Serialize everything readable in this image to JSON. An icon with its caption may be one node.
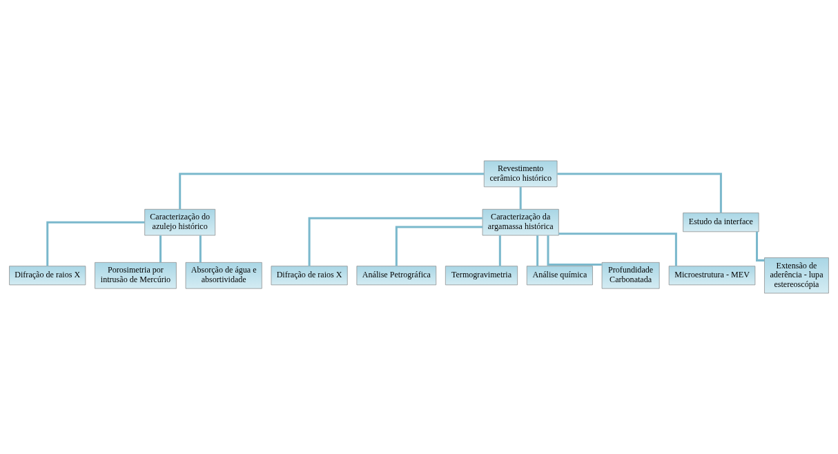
{
  "diagram": {
    "nodes": [
      {
        "text": [
          "Revestimento cerâmico histórico"
        ]
      },
      {
        "text": [
          "Caracterização do azulejo histórico"
        ]
      },
      {
        "text": [
          "Caracterização da argamassa histórica"
        ]
      },
      {
        "text": [
          "Estudo da interface"
        ]
      },
      {
        "text": [
          "Difração de raios X"
        ]
      },
      {
        "text": [
          "Porosimetria por intrusão de Mercúrio"
        ]
      },
      {
        "text": [
          "Absorção de água e absortividade"
        ]
      },
      {
        "text": [
          "Difração de raios X"
        ]
      },
      {
        "text": [
          "Análise Petrográfica"
        ]
      },
      {
        "text": [
          "Termogravimetria"
        ]
      },
      {
        "text": [
          "Análise química"
        ]
      },
      {
        "text": [
          "Profundidade Carbonatada"
        ]
      },
      {
        "text": [
          "Microestrutura - MEV"
        ]
      },
      {
        "text": [
          "Extensão de aderência - lupa estereoscópia"
        ]
      }
    ],
    "edges": [
      {
        "from": 0,
        "to": 1,
        "arrow": "none"
      },
      {
        "from": 0,
        "to": 2,
        "arrow": "none"
      },
      {
        "from": 0,
        "to": 3,
        "arrow": "none"
      },
      {
        "from": 1,
        "to": 4,
        "arrow": "none"
      },
      {
        "from": 1,
        "to": 5,
        "arrow": "none"
      },
      {
        "from": 1,
        "to": 6,
        "arrow": "none"
      },
      {
        "from": 2,
        "to": 7,
        "arrow": "none"
      },
      {
        "from": 2,
        "to": 8,
        "arrow": "none"
      },
      {
        "from": 2,
        "to": 9,
        "arrow": "none"
      },
      {
        "from": 2,
        "to": 10,
        "arrow": "none"
      },
      {
        "from": 2,
        "to": 11,
        "arrow": "none"
      },
      {
        "from": 2,
        "to": 12,
        "arrow": "none"
      },
      {
        "from": 3,
        "to": 13,
        "arrow": "none"
      }
    ]
  }
}
